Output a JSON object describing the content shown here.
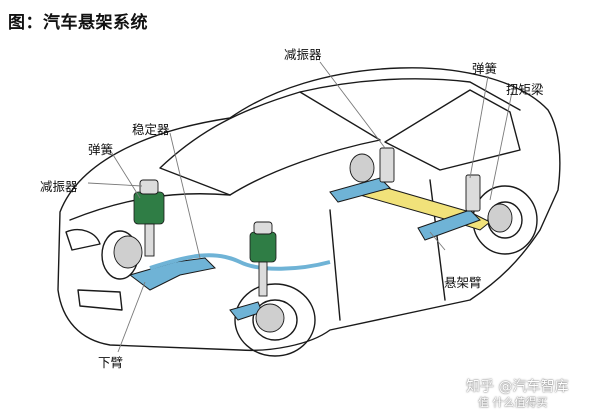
{
  "title": "图：汽车悬架系统",
  "labels": {
    "shock_rear": "减振器",
    "spring_rear": "弹簧",
    "torsion_beam": "扭矩梁",
    "stabilizer": "稳定器",
    "spring_front": "弹簧",
    "shock_front": "减振器",
    "suspension_arm": "悬架臂",
    "lower_arm": "下臂"
  },
  "watermark": {
    "zhihu": "知乎 @汽车智库",
    "smzdm": "值 什么值得买"
  },
  "colors": {
    "outline": "#1a1a1a",
    "arm_blue": "#6fb3d6",
    "beam_yellow": "#f1e27a",
    "spring_green": "#2f7d45",
    "leader": "#7a7a7a"
  }
}
